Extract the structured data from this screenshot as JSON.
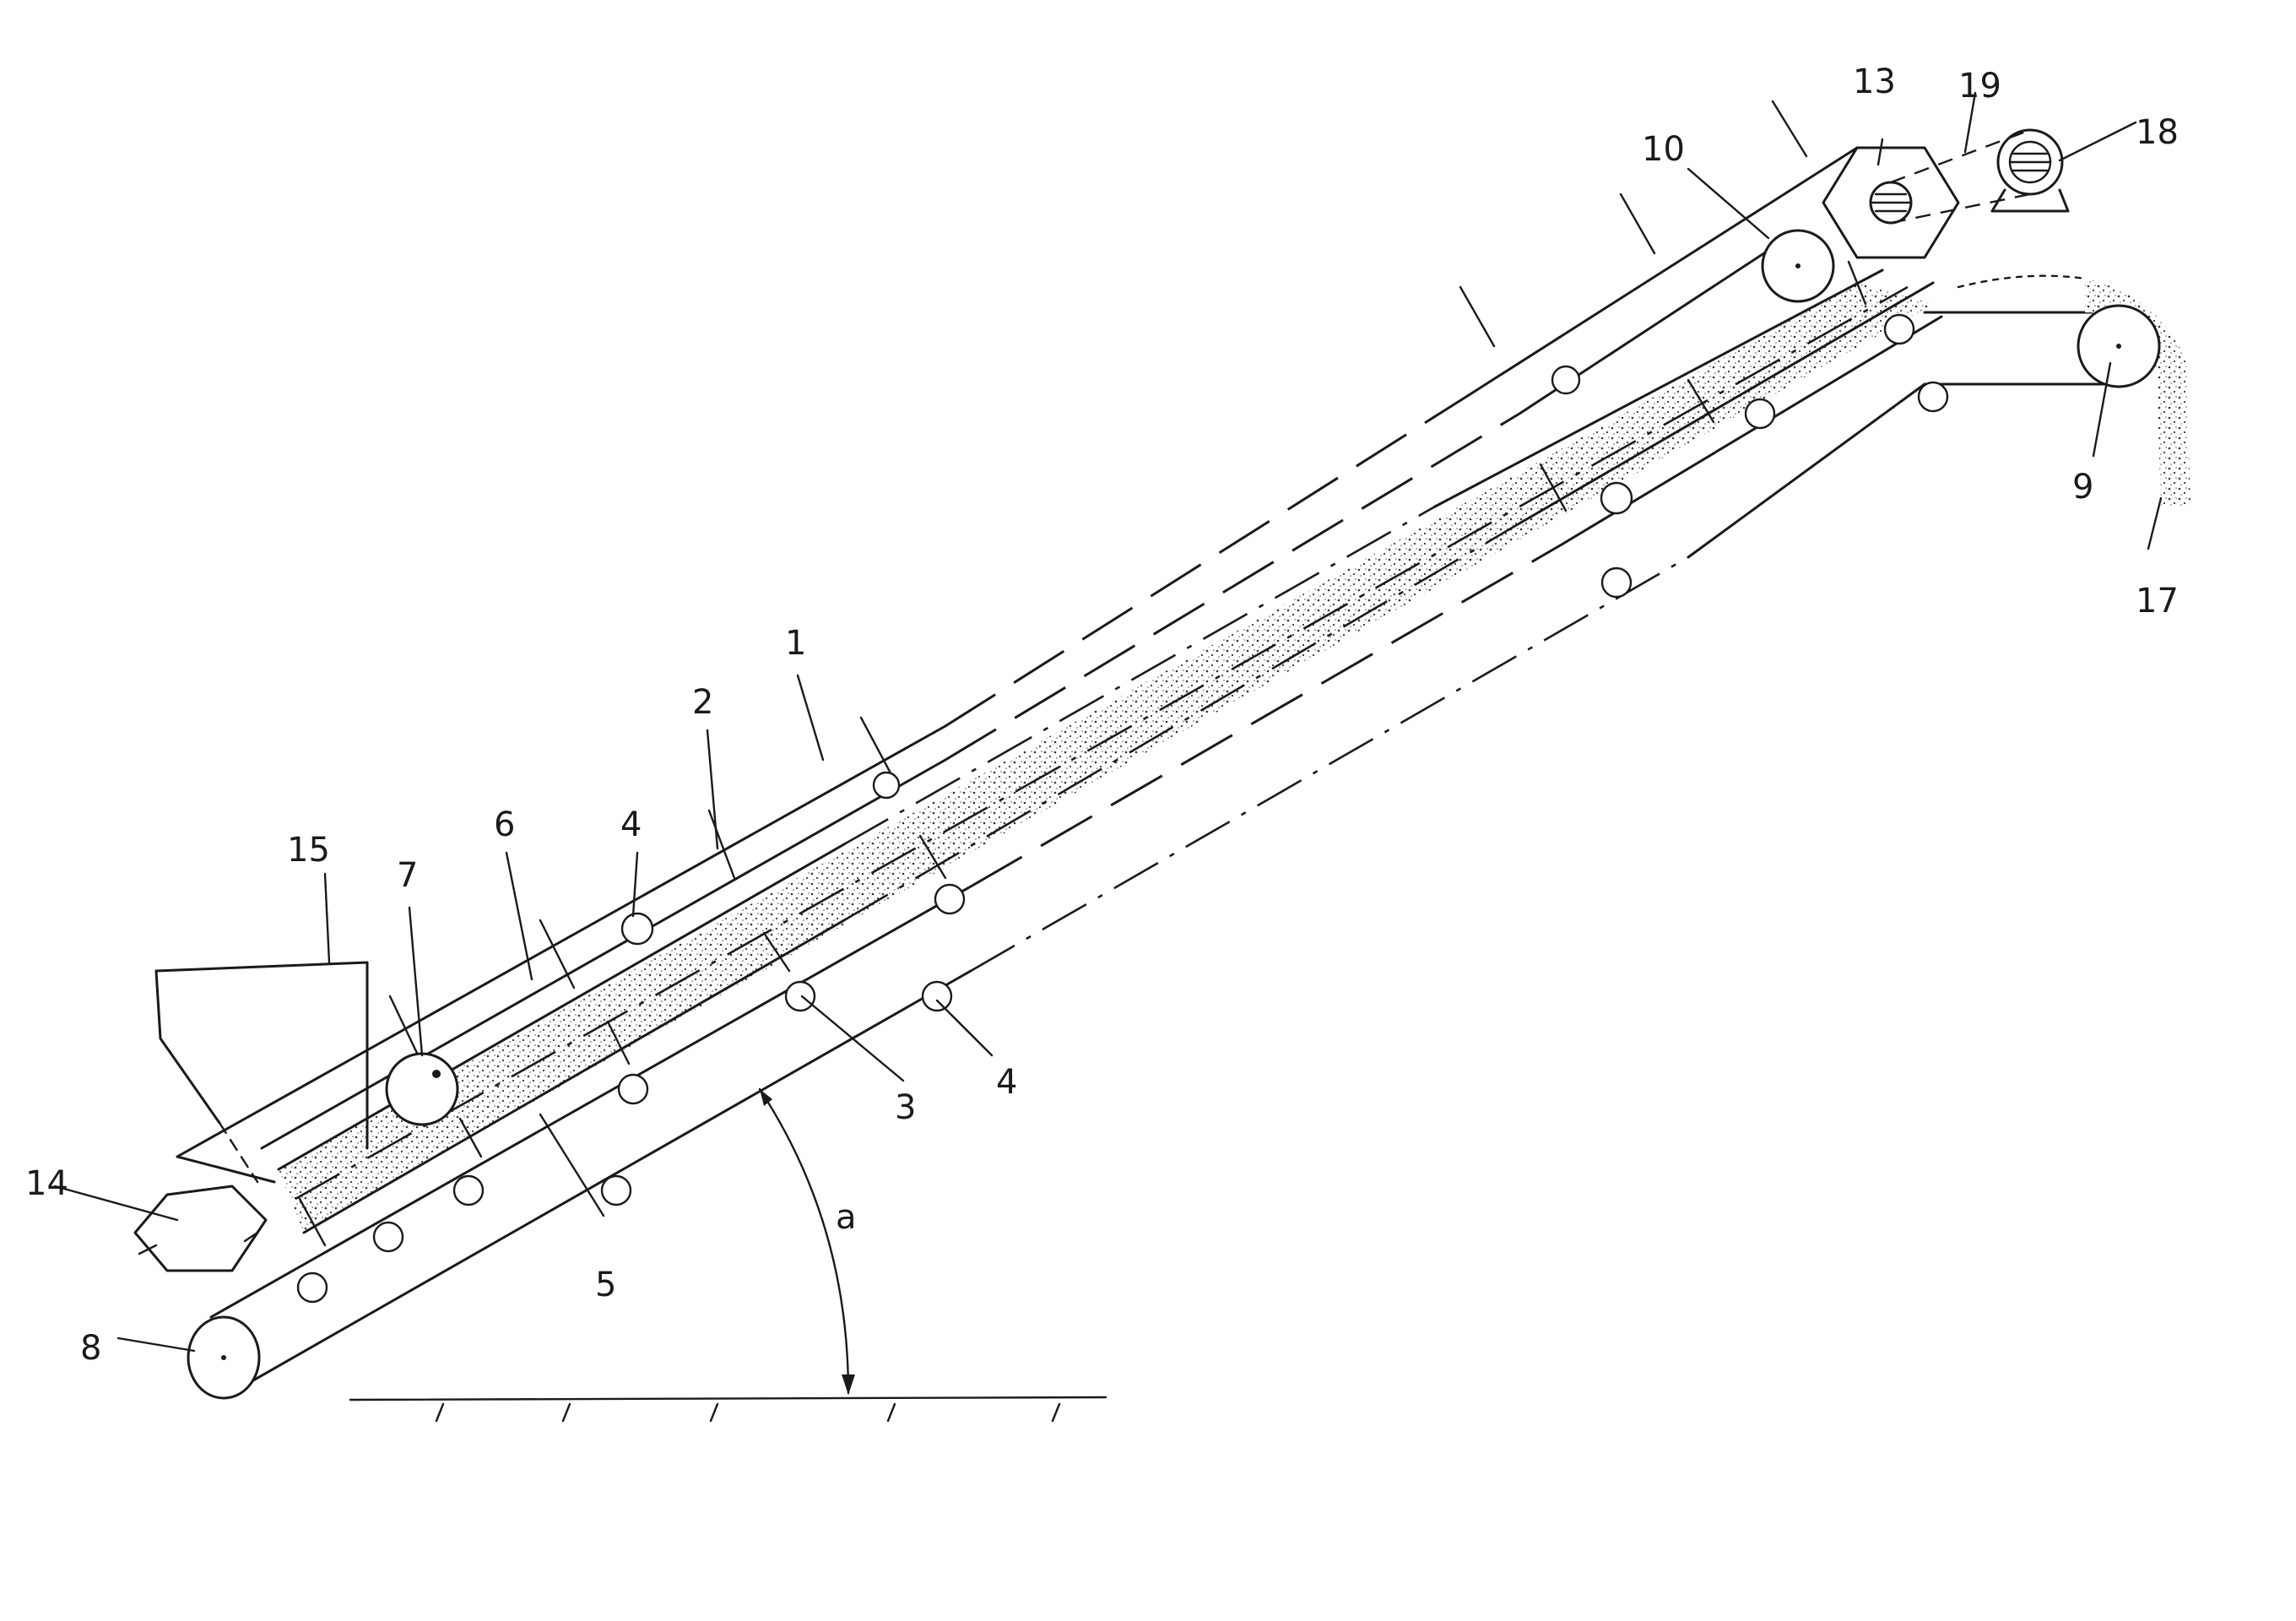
{
  "figure": {
    "labels": {
      "n1": "1",
      "n2": "2",
      "n3": "3",
      "n4a": "4",
      "n4b": "4",
      "n5": "5",
      "n6": "6",
      "n7": "7",
      "n8": "8",
      "n9": "9",
      "n10": "10",
      "n13": "13",
      "n14": "14",
      "n15": "15",
      "n17": "17",
      "n18": "18",
      "n19": "19",
      "angle": "a"
    }
  }
}
